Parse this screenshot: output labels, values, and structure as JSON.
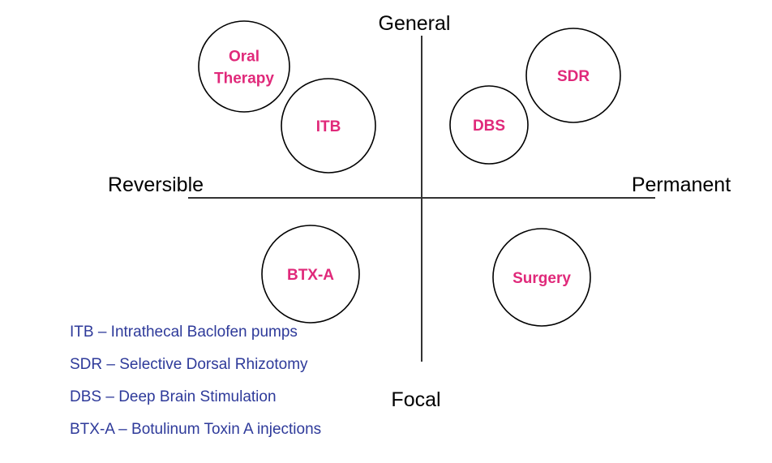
{
  "axes": {
    "top": "General",
    "bottom": "Focal",
    "left": "Reversible",
    "right": "Permanent"
  },
  "colors": {
    "axis": "#333333",
    "circle_stroke": "#000000",
    "bubble_text": "#e0297a",
    "legend_text": "#2e3a9a"
  },
  "bubbles": [
    {
      "id": "oral-therapy",
      "lines": [
        "Oral",
        "Therapy"
      ]
    },
    {
      "id": "itb",
      "lines": [
        "ITB"
      ]
    },
    {
      "id": "dbs",
      "lines": [
        "DBS"
      ]
    },
    {
      "id": "sdr",
      "lines": [
        "SDR"
      ]
    },
    {
      "id": "btx-a",
      "lines": [
        "BTX-A"
      ]
    },
    {
      "id": "surgery",
      "lines": [
        "Surgery"
      ]
    }
  ],
  "legend": [
    "ITB – Intrathecal Baclofen pumps",
    "SDR – Selective Dorsal Rhizotomy",
    "DBS – Deep Brain Stimulation",
    "BTX-A – Botulinum Toxin A injections"
  ]
}
